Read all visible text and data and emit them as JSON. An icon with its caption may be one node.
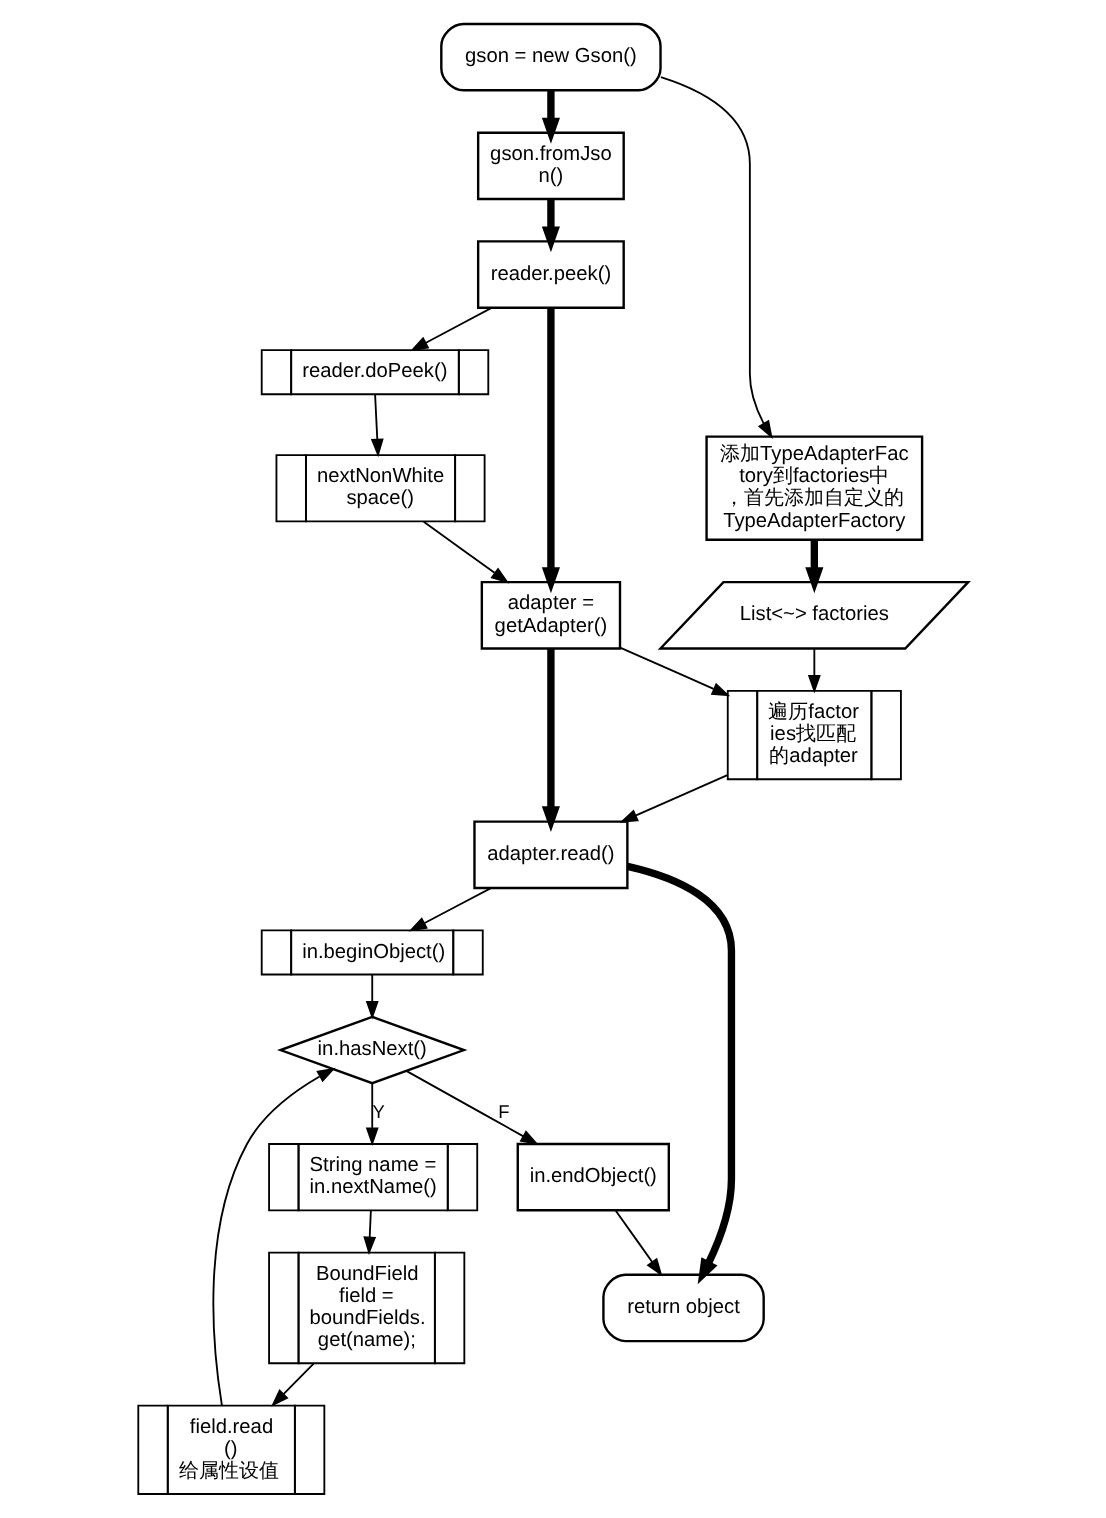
{
  "diagram": {
    "nodes": [
      {
        "text": [
          "gson = new Gson()"
        ]
      },
      {
        "text": [
          "添加TypeAdapterFactory到factories中，首先添加自定义的TypeAdapterFactory"
        ]
      },
      {
        "text": [
          "gson.fromJson()"
        ]
      },
      {
        "text": [
          "reader.peek()"
        ]
      },
      {
        "text": [
          "reader.doPeek()"
        ]
      },
      {
        "text": [
          "nextNonWhitespace()"
        ]
      },
      {
        "text": [
          "List<~> factories"
        ]
      },
      {
        "text": [
          "adapter = getAdapter()"
        ]
      },
      {
        "text": [
          "遍历factories找匹配的adapter"
        ]
      },
      {
        "text": [
          "adapter.read()"
        ]
      },
      {
        "text": [
          "in.beginObject()"
        ]
      },
      {
        "text": [
          "in.hasNext()"
        ]
      },
      {
        "text": [
          "String name = in.nextName()"
        ]
      },
      {
        "text": [
          "BoundField field = boundFields.get(name);"
        ]
      },
      {
        "text": [
          "field.read() 给属性设值"
        ]
      },
      {
        "text": [
          "in.endObject()"
        ]
      },
      {
        "text": [
          "return object"
        ]
      }
    ],
    "edges": [
      {
        "from": 0,
        "to": 2,
        "arrow": "to",
        "style": "thick"
      },
      {
        "from": 0,
        "to": 1,
        "arrow": "to"
      },
      {
        "from": 1,
        "to": 6,
        "arrow": "to",
        "style": "thick"
      },
      {
        "from": 2,
        "to": 3,
        "arrow": "to",
        "style": "thick"
      },
      {
        "from": 3,
        "to": 4,
        "arrow": "to"
      },
      {
        "from": 4,
        "to": 5,
        "arrow": "to"
      },
      {
        "from": 5,
        "to": 7,
        "arrow": "to"
      },
      {
        "from": 3,
        "to": 7,
        "arrow": "to",
        "style": "thick"
      },
      {
        "from": 6,
        "to": 8,
        "arrow": "to"
      },
      {
        "from": 7,
        "to": 8,
        "arrow": "to"
      },
      {
        "from": 7,
        "to": 9,
        "arrow": "to",
        "style": "thick"
      },
      {
        "from": 8,
        "to": 9,
        "arrow": "to"
      },
      {
        "from": 9,
        "to": 10,
        "arrow": "to"
      },
      {
        "from": 10,
        "to": 11,
        "arrow": "to"
      },
      {
        "from": 11,
        "to": 12,
        "arrow": "to",
        "label": "Y"
      },
      {
        "from": 12,
        "to": 13,
        "arrow": "to"
      },
      {
        "from": 13,
        "to": 14,
        "arrow": "to"
      },
      {
        "from": 14,
        "to": 11,
        "arrow": "to"
      },
      {
        "from": 11,
        "to": 15,
        "arrow": "to",
        "label": "F"
      },
      {
        "from": 15,
        "to": 16,
        "arrow": "to"
      },
      {
        "from": 9,
        "to": 16,
        "arrow": "to",
        "style": "thick"
      }
    ]
  }
}
